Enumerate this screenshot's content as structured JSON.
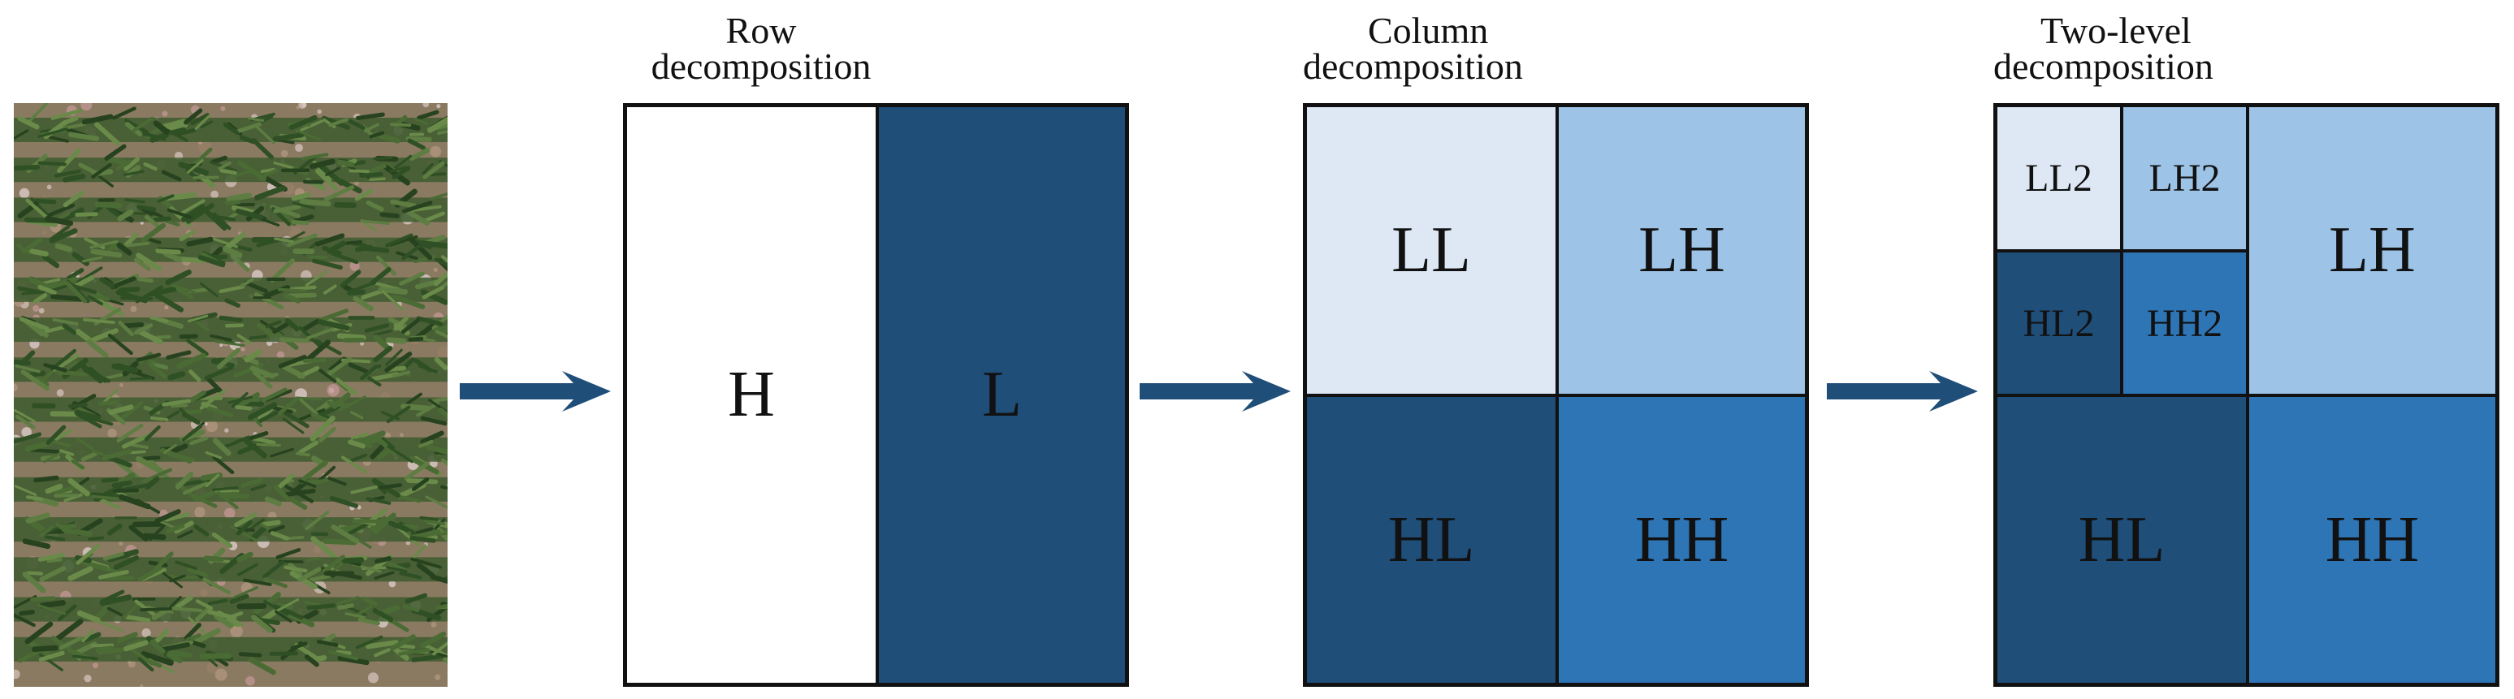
{
  "colors": {
    "white": "#ffffff",
    "lightest": "#dde8f4",
    "light": "#9dc3e6",
    "mid": "#2e75b6",
    "dark": "#1f4e79",
    "arrow": "#1f4e79",
    "border": "#111111"
  },
  "stages": [
    {
      "title_line1": "Row",
      "title_line2": "decomposition"
    },
    {
      "title_line1": "Column",
      "title_line2": "decomposition"
    },
    {
      "title_line1": "Two-level",
      "title_line2": "decomposition"
    }
  ],
  "row": {
    "left": "H",
    "right": "L"
  },
  "column": {
    "ll": "LL",
    "lh": "LH",
    "hl": "HL",
    "hh": "HH"
  },
  "two_level": {
    "ll2": "LL2",
    "lh2": "LH2",
    "hl2": "HL2",
    "hh2": "HH2",
    "lh": "LH",
    "hl": "HL",
    "hh": "HH"
  },
  "icons": {
    "input_image": "crop-field-photo",
    "arrow": "arrow-right-icon"
  }
}
